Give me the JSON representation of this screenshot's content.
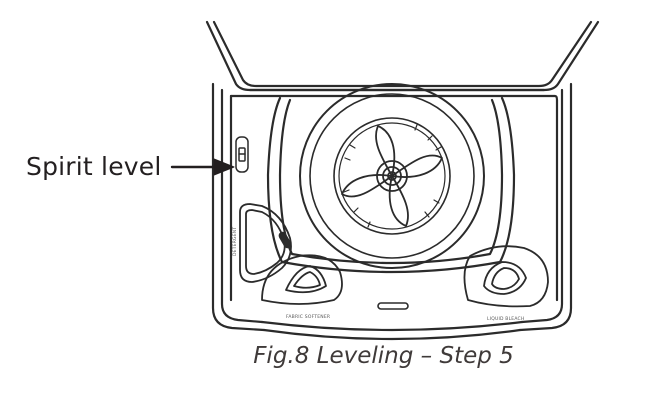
{
  "callout": {
    "label": "Spirit level",
    "target_icon": "spirit-level-icon"
  },
  "caption": "Fig.8 Leveling – Step 5",
  "dispensers": {
    "detergent_label": "DETERGENT",
    "fabric_softener_label": "FABRIC SOFTENER",
    "liquid_bleach_label": "LIQUID BLEACH"
  },
  "colors": {
    "line": "#2b2b2b",
    "text": "#231f20",
    "caption": "#3f3a39"
  }
}
